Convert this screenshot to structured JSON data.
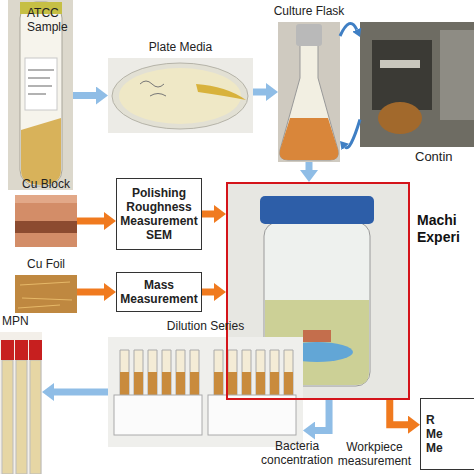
{
  "diagram": {
    "nodes": [
      {
        "text": [
          "ATCC Sample"
        ]
      },
      {
        "text": [
          "Plate Media"
        ]
      },
      {
        "text": [
          "Culture Flask"
        ]
      },
      {
        "text": [
          "Contin"
        ]
      },
      {
        "text": [
          "Cu Block"
        ]
      },
      {
        "text": [
          "Polishing Roughness Measurement SEM"
        ]
      },
      {
        "text": [
          "Cu Foil"
        ]
      },
      {
        "text": [
          "Mass Measurement"
        ]
      },
      {
        "text": [
          "Machi Experi"
        ]
      },
      {
        "text": [
          "Dilution Series"
        ]
      },
      {
        "text": [
          "MPN"
        ]
      },
      {
        "text": [
          "R Me Me"
        ]
      }
    ],
    "edges": [
      {
        "from": 0,
        "to": 1,
        "arrow": "to"
      },
      {
        "from": 1,
        "to": 2,
        "arrow": "to"
      },
      {
        "from": 2,
        "to": 3,
        "arrow": "to"
      },
      {
        "from": 3,
        "to": 2,
        "arrow": "to"
      },
      {
        "from": 4,
        "to": 5,
        "arrow": "to"
      },
      {
        "from": 5,
        "to": 8,
        "arrow": "to"
      },
      {
        "from": 6,
        "to": 7,
        "arrow": "to"
      },
      {
        "from": 7,
        "to": 8,
        "arrow": "to"
      },
      {
        "from": 2,
        "to": 8,
        "arrow": "to"
      },
      {
        "from": 8,
        "to": 9,
        "label": "Bacteria concentration",
        "arrow": "to"
      },
      {
        "from": 9,
        "to": 10,
        "arrow": "to"
      },
      {
        "from": 8,
        "to": 11,
        "label": "Workpiece measurement",
        "arrow": "to"
      }
    ]
  }
}
